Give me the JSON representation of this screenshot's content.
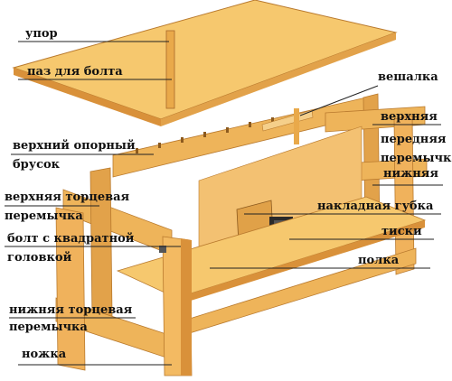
{
  "labels": {
    "upor": "упор",
    "paz": "паз для болта",
    "veshalka": "вешалка",
    "verkhniy_opornyy_1": "верхний опорный",
    "verkhniy_opornyy_2": "брусок",
    "verkhnyaya_perednyaya_1": "верхняя",
    "verkhnyaya_perednyaya_2": "передняя",
    "verkhnyaya_perednyaya_3": "перемычка",
    "nizhnyaya": "нижняя",
    "verkhnyaya_tortsevaya_1": "верхняя торцевая",
    "verkhnyaya_tortsevaya_2": "перемычка",
    "nakladnaya": "накладная губка",
    "bolt_1": "болт с квадратной",
    "bolt_2": "головкой",
    "tiski": "тиски",
    "polka": "полка",
    "nizhnyaya_tortsevaya_1": "нижняя торцевая",
    "nizhnyaya_tortsevaya_2": "перемычка",
    "nozhka": "ножка"
  },
  "colors": {
    "wood_light": "#f6c86e",
    "wood_mid": "#e9a94a",
    "wood_dark": "#c97d2a",
    "line": "#222222"
  }
}
